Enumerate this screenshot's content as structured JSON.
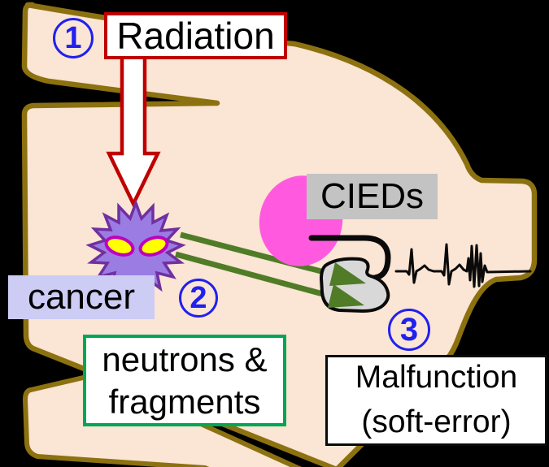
{
  "figure": {
    "description": "Diagram: radiation therapy beam hits cancer, producing neutrons and fragments that cause a soft-error malfunction in a CIED (cardiac implantable electronic device).",
    "steps": {
      "one": "1",
      "two": "2",
      "three": "3"
    },
    "radiation_label": "Radiation",
    "cancer_label": "cancer",
    "neutrons_label": {
      "line1": "neutrons &",
      "line2": "fragments"
    },
    "cieds_label": "CIEDs",
    "malfunction_label": {
      "line1": "Malfunction",
      "line2": "(soft-error)"
    }
  },
  "colors": {
    "background": "#000000",
    "body_fill": "#FBE5D4",
    "body_outline": "#8C7110",
    "red": "#C00000",
    "blue": "#2020F0",
    "arrow_green": "#507C28",
    "box_green": "#00A651",
    "heart_pink": "#FF5ADF",
    "cell_purple": "#9B7CE3",
    "cell_outline": "#7030A0",
    "eye_yellow": "#FFFF00",
    "eye_outline": "#C000C0",
    "cancer_bg": "#CDCCF4",
    "cieds_bg": "#C3C3C3",
    "device_fill": "#D8D8D8",
    "ink": "#0A0A0A",
    "label_bg": "#FFFFFF"
  },
  "icons": {
    "body": "human-torso-outline",
    "radiation_arrow": "thick-down-arrow",
    "cancer_cell": "spiky-cell-with-angry-eyes",
    "heart": "pink-heart-blob",
    "lead": "pacemaker-lead-wire",
    "device": "pacemaker-can",
    "particle_arrows": "double-green-arrows",
    "ecg": "ecg-waveform-with-noise-burst"
  }
}
